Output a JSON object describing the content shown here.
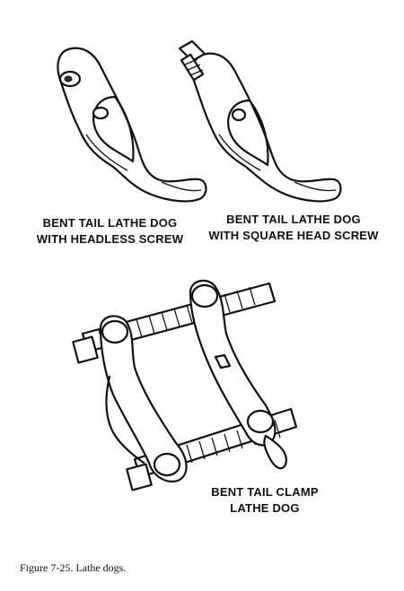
{
  "labels": {
    "dog1_line1": "BENT TAIL LATHE DOG",
    "dog1_line2": "WITH HEADLESS SCREW",
    "dog2_line1": "BENT TAIL LATHE DOG",
    "dog2_line2": "WITH SQUARE HEAD SCREW",
    "clamp_line1": "BENT TAIL CLAMP",
    "clamp_line2": "LATHE DOG"
  },
  "caption": "Figure 7-25.  Lathe dogs.",
  "colors": {
    "ink": "#111111",
    "background": "#ffffff"
  }
}
